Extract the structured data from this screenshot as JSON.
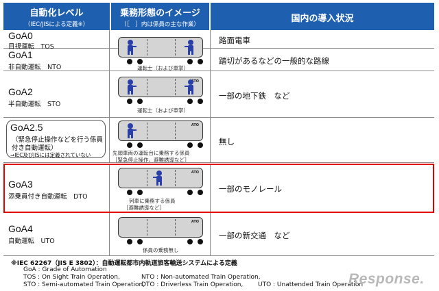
{
  "header": {
    "col1_title": "自動化レベル",
    "col1_sub": "（IEC/JISによる定義※）",
    "col2_title": "乗務形態のイメージ",
    "col2_sub": "（［　］内は係員の主な作業）",
    "col3_title": "国内の導入状況"
  },
  "rows": [
    {
      "level": "GoA0",
      "sub": "目視運転　TOS",
      "status": "路面電車"
    },
    {
      "level": "GoA1",
      "sub": "非自動運転　NTO",
      "status": "踏切があるなどの一般的な路線",
      "caption": "運転士（および車掌）"
    },
    {
      "level": "GoA2",
      "sub": "半自動運転　STO",
      "status": "一部の地下鉄　など",
      "caption": "運転士（および車掌）",
      "ato": "ATO"
    },
    {
      "level": "GoA2.5",
      "sub1": "（緊急停止操作などを行う係員",
      "sub2": "付き自動運転）",
      "note": "⇒IEC及びJISには定義されていない",
      "status": "無し",
      "caption1": "先頭車両の運転台に乗務する係員",
      "caption2": "［緊急停止操作、避難誘導など］",
      "ato": "ATO"
    },
    {
      "level": "GoA3",
      "sub": "添乗員付き自動運転　DTO",
      "status": "一部のモノレール",
      "caption1": "列車に乗務する係員",
      "caption2": "［避難誘導など］",
      "ato": "ATO"
    },
    {
      "level": "GoA4",
      "sub": "自動運転　UTO",
      "status": "一部の新交通　など",
      "caption": "係員の乗務無し",
      "ato": "ATO"
    }
  ],
  "footer": {
    "line1": "※IEC 62267（JIS E 3802）：自動運転都市内軌道旅客輸送システムによる定義",
    "goa": "GoA : Grade of Automation",
    "tos": "TOS : On Sight Train Operation,",
    "nto": "NTO : Non-automated Train Operation,",
    "sto": "STO : Semi-automated Train Operation,",
    "dto": "DTO : Driverless Train Operation,",
    "uto": "UTO : Unattended Train Operation"
  },
  "logo": "Response.",
  "colors": {
    "header_bg": "#1f5fb0",
    "highlight": "#e00000",
    "figure": "#2a3fa8"
  }
}
